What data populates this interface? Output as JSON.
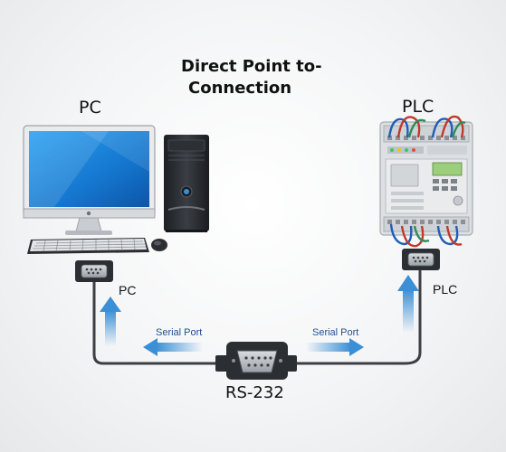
{
  "diagram": {
    "title_line1": "Direct Point to-",
    "title_line2": "Connection",
    "pc_label": "PC",
    "plc_label": "PLC",
    "pc_port_label": "PC",
    "plc_port_label": "PLC",
    "serial_port_left": "Serial Port",
    "serial_port_right": "Serial Port",
    "cable_label": "RS-232"
  },
  "colors": {
    "arrow_blue": "#3a8fd6",
    "cable": "#3b3f44",
    "screen_blue": "#1b7fd8",
    "plc_body": "#e2e4e6"
  }
}
